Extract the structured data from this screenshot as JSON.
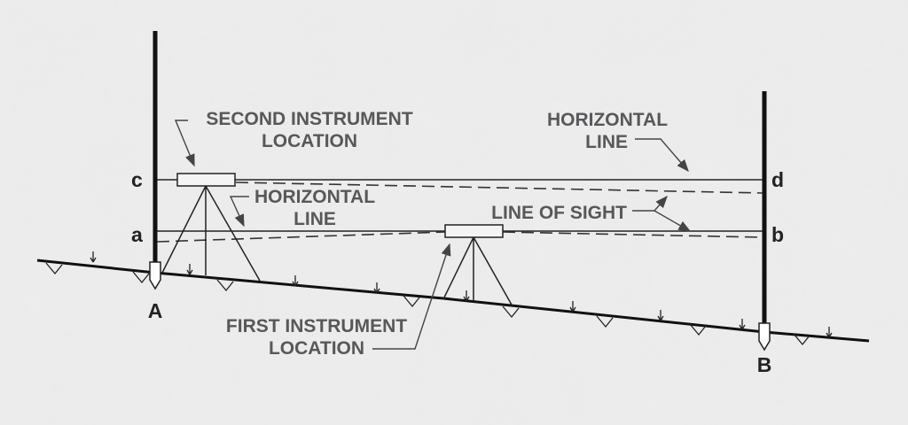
{
  "labels": {
    "second_instrument_line1": "SECOND INSTRUMENT",
    "second_instrument_line2": "LOCATION",
    "horizontal_left_line1": "HORIZONTAL",
    "horizontal_left_line2": "LINE",
    "horizontal_right_line1": "HORIZONTAL",
    "horizontal_right_line2": "LINE",
    "line_of_sight": "LINE OF SIGHT",
    "first_instrument_line1": "FIRST INSTRUMENT",
    "first_instrument_line2": "LOCATION"
  },
  "points": {
    "a": "a",
    "b": "b",
    "c": "c",
    "d": "d",
    "A": "A",
    "B": "B"
  },
  "colors": {
    "background": "#ebebeb",
    "label": "#57585a",
    "ink": "#222222"
  }
}
